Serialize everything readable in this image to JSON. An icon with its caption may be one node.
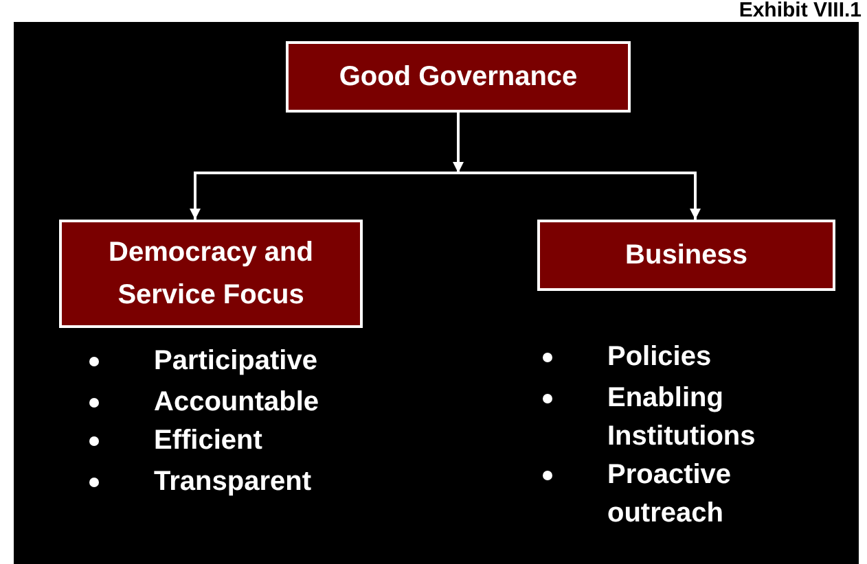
{
  "diagram": {
    "nodes": [
      {
        "text": [
          "Good Governance"
        ]
      },
      {
        "text": [
          "Democracy and Service Focus"
        ]
      },
      {
        "text": [
          "Business"
        ]
      }
    ],
    "edges": [
      {
        "from": 0,
        "to": 1,
        "arrow": "to"
      },
      {
        "from": 0,
        "to": 2,
        "arrow": "to"
      }
    ],
    "labels": [
      "Exhibit VIII.1",
      "Participative",
      "Accountable",
      "Efficient",
      "Transparent",
      "Policies",
      "Enabling Institutions",
      "Proactive outreach"
    ]
  }
}
